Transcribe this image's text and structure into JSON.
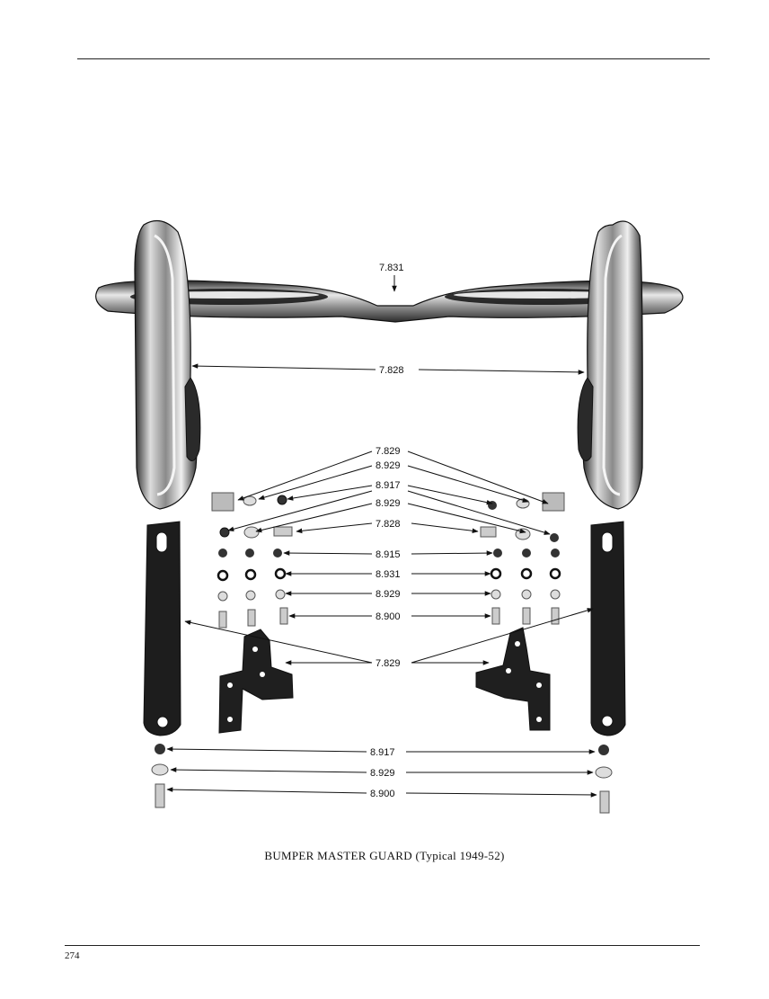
{
  "document": {
    "caption": "BUMPER MASTER GUARD (Typical 1949-52)",
    "page_number": "274"
  },
  "callouts": {
    "bar": "7.831",
    "guard": "7.828",
    "clip": "7.829",
    "washer_a": "8.929",
    "nut_a": "8.917",
    "washer_b": "8.929",
    "bolt": "7.828",
    "nut_b": "8.915",
    "lock_washer": "8.931",
    "washer_c": "8.929",
    "bolt_b": "8.900",
    "bracket": "7.829",
    "nut_lower": "8.917",
    "washer_lower": "8.929",
    "bolt_lower": "8.900"
  }
}
